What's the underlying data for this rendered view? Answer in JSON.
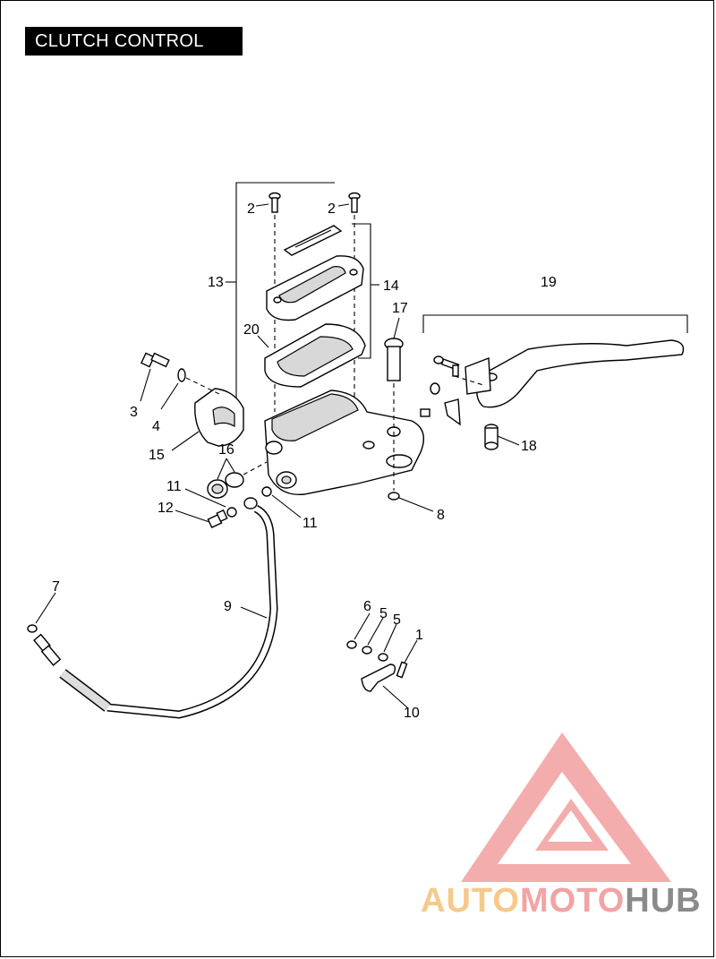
{
  "title": "CLUTCH CONTROL",
  "callouts": {
    "c1": "1",
    "c2a": "2",
    "c2b": "2",
    "c3": "3",
    "c4": "4",
    "c5a": "5",
    "c5b": "5",
    "c6": "6",
    "c7": "7",
    "c8": "8",
    "c9": "9",
    "c10": "10",
    "c11a": "11",
    "c11b": "11",
    "c12": "12",
    "c13": "13",
    "c14": "14",
    "c15": "15",
    "c16": "16",
    "c17": "17",
    "c18": "18",
    "c19": "19",
    "c20": "20"
  },
  "watermark": {
    "part1": "AUTO",
    "part2": "MOTO",
    "part3": "HUB",
    "colors": {
      "auto": "#f6c98a",
      "moto": "#f2a3a3",
      "hub": "#8a8a8a",
      "triangle": "#f2a3a3"
    }
  }
}
